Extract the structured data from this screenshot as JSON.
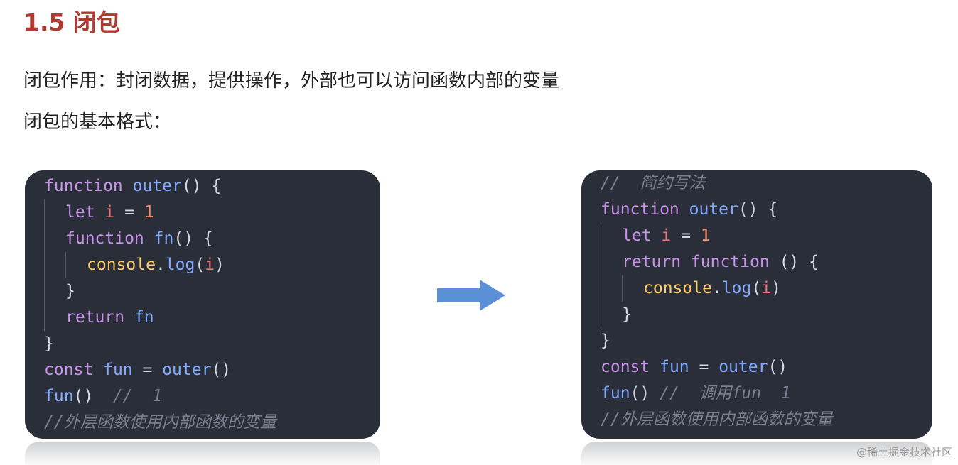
{
  "title": "1.5 闭包",
  "paragraphs": [
    "闭包作用：封闭数据，提供操作，外部也可以访问函数内部的变量",
    "闭包的基本格式："
  ],
  "left_code": {
    "l1": {
      "kw": "function",
      "name": "outer",
      "tail": "() {"
    },
    "l2": {
      "kw": "let",
      "var": "i",
      "op": " = ",
      "num": "1"
    },
    "l3": {
      "kw": "function",
      "name": "fn",
      "tail": "() {"
    },
    "l4": {
      "obj": "console",
      "dot": ".",
      "meth": "log",
      "open": "(",
      "arg": "i",
      "close": ")"
    },
    "l5": {
      "text": "}"
    },
    "l6": {
      "kw": "return",
      "name": "fn"
    },
    "l7": {
      "text": "}"
    },
    "l8": {
      "kw": "const",
      "name": "fun",
      "op": " = ",
      "call": "outer",
      "tail": "()"
    },
    "l9": {
      "call": "fun",
      "tail": "()",
      "comment": "//  1"
    },
    "l10": {
      "comment": "//外层函数使用内部函数的变量"
    }
  },
  "right_code": {
    "l0": {
      "comment": "//  简约写法"
    },
    "l1": {
      "kw": "function",
      "name": "outer",
      "tail": "() {"
    },
    "l2": {
      "kw": "let",
      "var": "i",
      "op": " = ",
      "num": "1"
    },
    "l3": {
      "kw": "return",
      "kw2": "function",
      "tail": " () {"
    },
    "l4": {
      "obj": "console",
      "dot": ".",
      "meth": "log",
      "open": "(",
      "arg": "i",
      "close": ")"
    },
    "l5": {
      "text": "}"
    },
    "l6": {
      "text": "}"
    },
    "l7": {
      "kw": "const",
      "name": "fun",
      "op": " = ",
      "call": "outer",
      "tail": "()"
    },
    "l8": {
      "call": "fun",
      "tail": "()",
      "comment": "//  调用fun  1"
    },
    "l9": {
      "comment": "//外层函数使用内部函数的变量"
    }
  },
  "watermark": "@稀土掘金技术社区",
  "colors": {
    "title": "#b03a32",
    "code_bg": "#2a2e38",
    "arrow": "#5b8fd6",
    "keyword": "#c792ea",
    "function_name": "#82aaff",
    "variable": "#f07178",
    "number": "#f78c6c",
    "object": "#ffcb6b",
    "comment": "#7a8090"
  },
  "icons": {
    "transition": "right-arrow-icon"
  }
}
